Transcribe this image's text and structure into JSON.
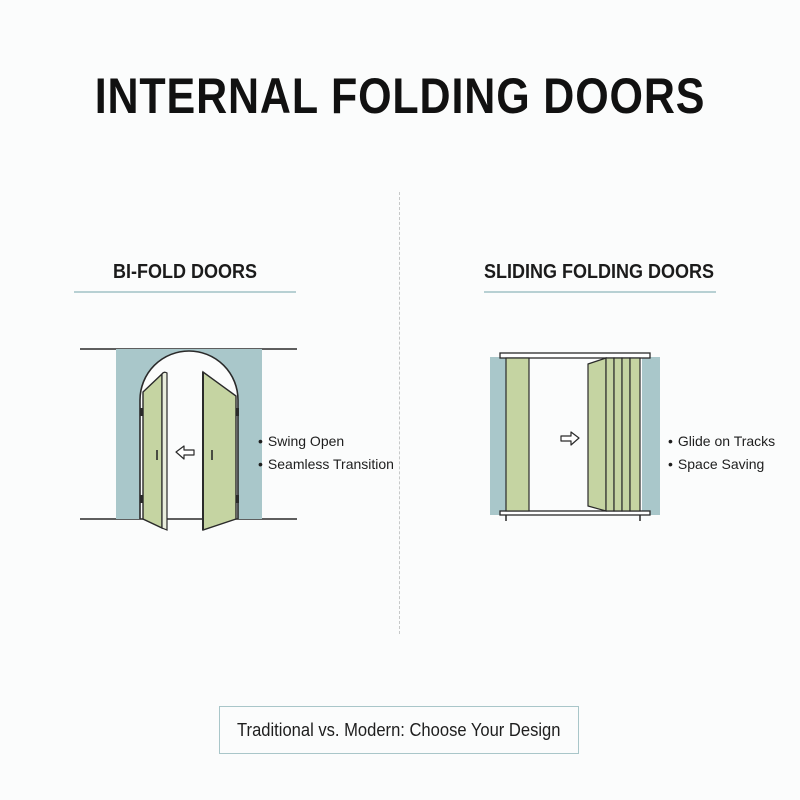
{
  "title": "INTERNAL FOLDING DOORS",
  "sections": [
    {
      "heading": "BI-FOLD DOORS",
      "features": [
        "Swing Open",
        "Seamless Transition"
      ],
      "direction_icon": "arrow-left-icon"
    },
    {
      "heading": "SLIDING FOLDING DOORS",
      "features": [
        "Glide on Tracks",
        "Space Saving"
      ],
      "direction_icon": "arrow-right-icon"
    }
  ],
  "tagline": "Traditional vs. Modern: Choose Your Design",
  "colors": {
    "wall": "#a9c7ca",
    "door_panel": "#c5d4a2",
    "outline": "#2a2a2a",
    "accent_rule": "#b7d0d3"
  }
}
